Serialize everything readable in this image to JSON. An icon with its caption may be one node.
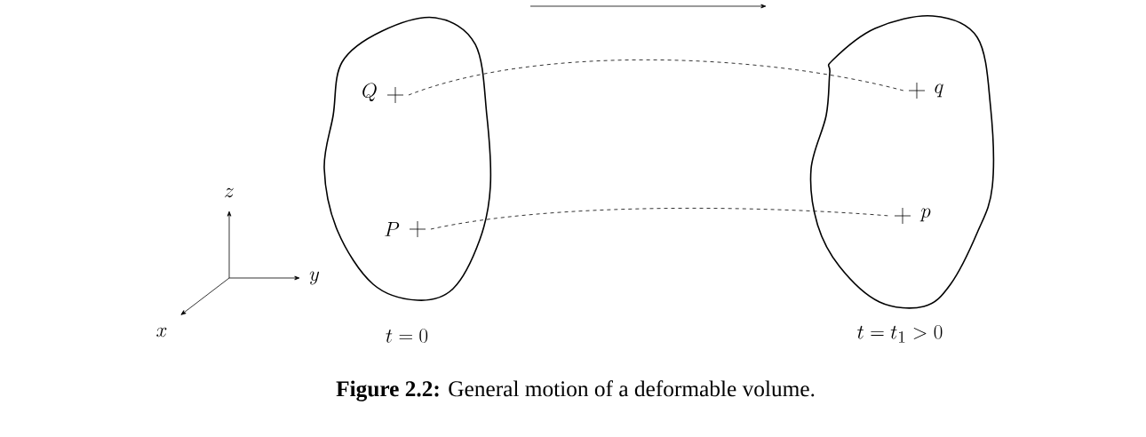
{
  "diagram": {
    "caption": "**Figure 2.2:** General motion of a deformable volume.",
    "nodes": [
      {
        "text": [
          "t = 0"
        ]
      },
      {
        "text": [
          "Q"
        ],
        "in": 0
      },
      {
        "text": [
          "P"
        ],
        "in": 0
      },
      {
        "text": [
          "t = t_1 > 0"
        ]
      },
      {
        "text": [
          "q"
        ],
        "in": 3
      },
      {
        "text": [
          "p"
        ],
        "in": 3
      }
    ],
    "edges": [
      {
        "from": 1,
        "to": 4,
        "arrow": "none",
        "style": "dashed"
      },
      {
        "from": 2,
        "to": 5,
        "arrow": "none",
        "style": "dashed"
      }
    ],
    "labels": [
      "z",
      "y",
      "x"
    ]
  }
}
